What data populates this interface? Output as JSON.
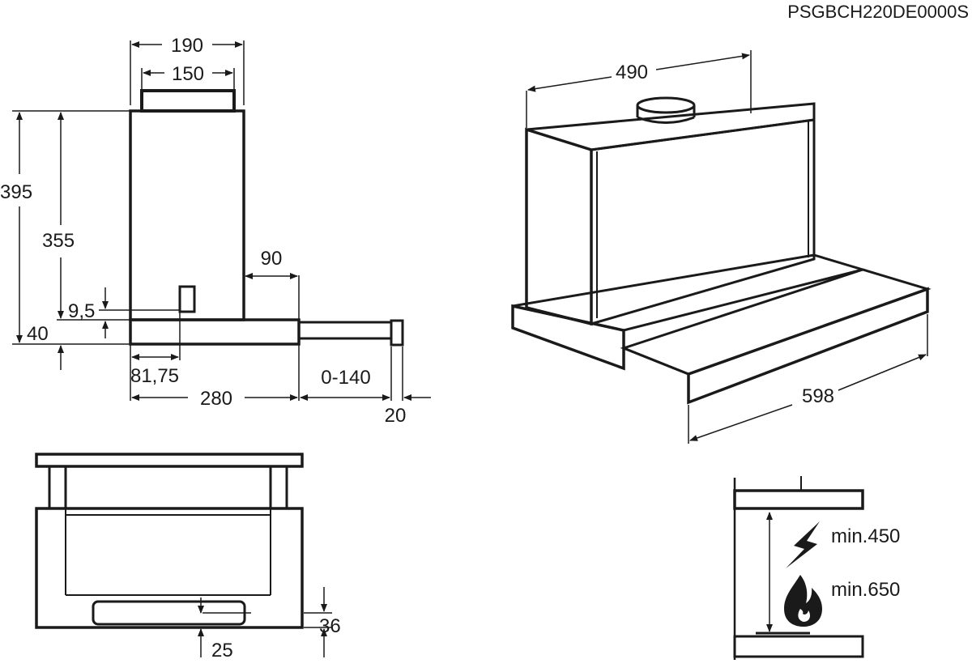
{
  "model_code": "PSGBCH220DE0000S",
  "side_view": {
    "width_top": "190",
    "duct_width": "150",
    "height_total": "395",
    "height_body": "355",
    "offset_small": "9,5",
    "height_base": "40",
    "extension": "90",
    "offset_front": "81,75",
    "depth": "280",
    "pull_out": "0-140",
    "front_lip": "20"
  },
  "perspective_view": {
    "width_body": "490",
    "width_total": "598"
  },
  "front_view": {
    "handle_height": "36",
    "handle_offset": "25"
  },
  "clearance": {
    "electric_label": "min.450",
    "gas_label": "min.650",
    "electric_icon": "lightning-icon",
    "gas_icon": "flame-icon"
  }
}
